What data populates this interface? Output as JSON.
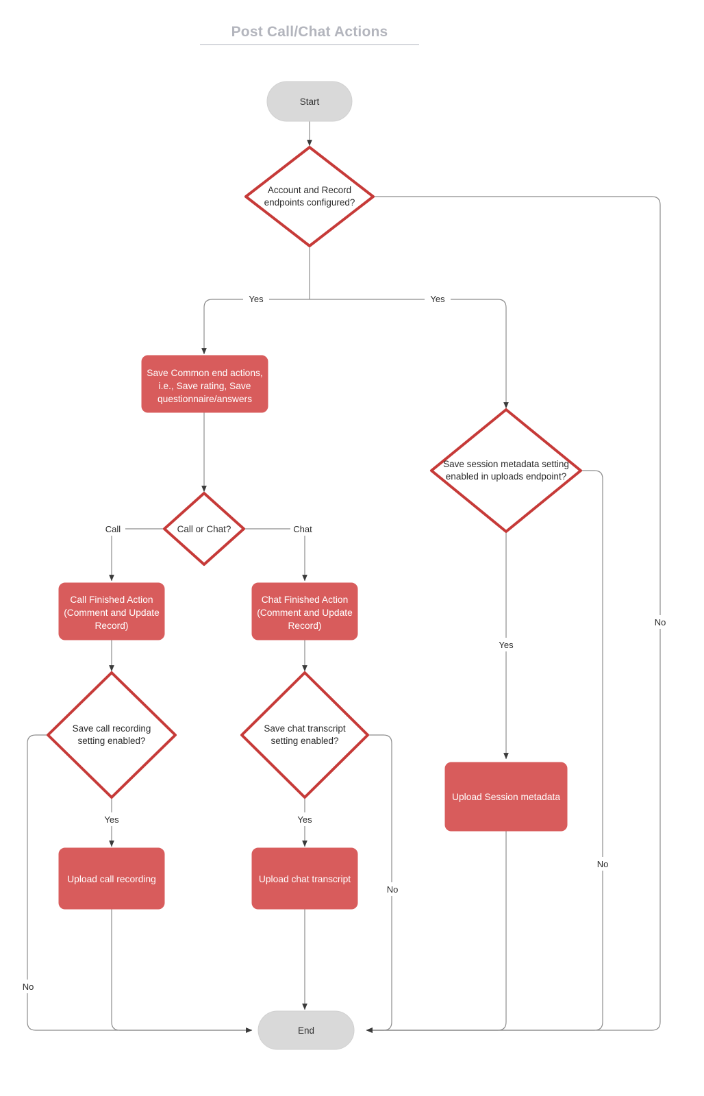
{
  "diagram": {
    "title": "Post Call/Chat Actions",
    "type": "flowchart",
    "colors": {
      "process_fill": "#d85c5c",
      "process_text": "#ffffff",
      "decision_stroke": "#c63a38",
      "decision_fill": "#ffffff",
      "terminal_fill": "#d9d9d9",
      "edge_stroke": "#8c8c8c",
      "title_text": "#b3b5bd"
    },
    "nodes": {
      "start": {
        "label": "Start",
        "shape": "terminal"
      },
      "decision_endpoints": {
        "label": "Account and Record endpoints configured?",
        "shape": "decision",
        "line1": "Account and Record",
        "line2": "endpoints configured?"
      },
      "save_common": {
        "label": "Save Common end actions, i.e., Save rating, Save questionnaire/answers",
        "shape": "process",
        "line1": "Save Common end actions,",
        "line2": "i.e., Save rating, Save",
        "line3": "questionnaire/answers"
      },
      "decision_call_or_chat": {
        "label": "Call or Chat?",
        "shape": "decision",
        "line1": "Call or Chat?"
      },
      "call_finished": {
        "label": "Call Finished Action (Comment and Update Record)",
        "shape": "process",
        "line1": "Call Finished Action",
        "line2": "(Comment and Update",
        "line3": "Record)"
      },
      "chat_finished": {
        "label": "Chat Finished Action (Comment and Update Record)",
        "shape": "process",
        "line1": "Chat Finished Action",
        "line2": "(Comment and Update",
        "line3": "Record)"
      },
      "decision_call_recording": {
        "label": "Save call recording setting enabled?",
        "shape": "decision",
        "line1": "Save call recording",
        "line2": "setting enabled?"
      },
      "decision_chat_transcript": {
        "label": "Save chat transcript setting enabled?",
        "shape": "decision",
        "line1": "Save chat transcript",
        "line2": "setting enabled?"
      },
      "upload_call_recording": {
        "label": "Upload call recording",
        "shape": "process",
        "line1": "Upload call recording"
      },
      "upload_chat_transcript": {
        "label": "Upload chat transcript",
        "shape": "process",
        "line1": "Upload chat transcript"
      },
      "decision_session_metadata": {
        "label": "Save session metadata setting enabled in uploads endpoint?",
        "shape": "decision",
        "line1": "Save session metadata setting",
        "line2": "enabled in uploads endpoint?"
      },
      "upload_session_metadata": {
        "label": "Upload Session metadata",
        "shape": "process",
        "line1": "Upload Session metadata"
      },
      "end": {
        "label": "End",
        "shape": "terminal"
      }
    },
    "edge_labels": {
      "endpoints_yes_left": "Yes",
      "endpoints_yes_right": "Yes",
      "endpoints_no": "No",
      "branch_call": "Call",
      "branch_chat": "Chat",
      "call_recording_yes": "Yes",
      "call_recording_no": "No",
      "chat_transcript_yes": "Yes",
      "chat_transcript_no": "No",
      "session_metadata_yes": "Yes",
      "session_metadata_no": "No"
    }
  }
}
